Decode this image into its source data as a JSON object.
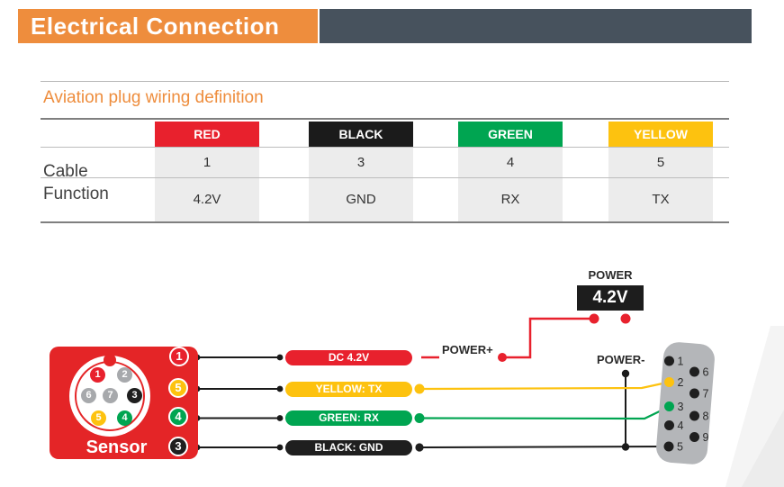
{
  "banner": {
    "title": "Electrical Connection",
    "orange_color": "#ee8d3d",
    "dark_color": "#47525d"
  },
  "section": {
    "heading": "Aviation plug wiring definition"
  },
  "table": {
    "row_label_line1": "Cable",
    "row_label_line2": "Function",
    "columns": [
      {
        "name": "RED",
        "color": "#e8212d",
        "pin": "1",
        "function": "4.2V"
      },
      {
        "name": "BLACK",
        "color": "#1b1b1b",
        "pin": "3",
        "function": "GND"
      },
      {
        "name": "GREEN",
        "color": "#00a551",
        "pin": "4",
        "function": "RX"
      },
      {
        "name": "YELLOW",
        "color": "#fdc20f",
        "pin": "5",
        "function": "TX"
      }
    ]
  },
  "diagram": {
    "sensor_label": "Sensor",
    "plug_pins": [
      {
        "n": "1",
        "color": "#e8212d"
      },
      {
        "n": "2",
        "color": "#a7a9ac"
      },
      {
        "n": "6",
        "color": "#a7a9ac"
      },
      {
        "n": "7",
        "color": "#a7a9ac"
      },
      {
        "n": "3",
        "color": "#1f1f1f"
      },
      {
        "n": "5",
        "color": "#fdc20f"
      },
      {
        "n": "4",
        "color": "#00a551"
      }
    ],
    "side_circles": [
      {
        "n": "1",
        "color": "#e8212d"
      },
      {
        "n": "5",
        "color": "#fdc20f"
      },
      {
        "n": "4",
        "color": "#00a551"
      },
      {
        "n": "3",
        "color": "#1f1f1f"
      }
    ],
    "wire_labels": [
      {
        "text": "DC 4.2V",
        "color": "#e8212d"
      },
      {
        "text": "YELLOW: TX",
        "color": "#fdc20f"
      },
      {
        "text": "GREEN: RX",
        "color": "#00a551"
      },
      {
        "text": "BLACK: GND",
        "color": "#1f1f1f"
      }
    ],
    "power": {
      "label": "POWER",
      "voltage": "4.2V",
      "plus": "POWER+",
      "minus": "POWER-"
    },
    "db9_pins": [
      {
        "n": "1",
        "color": "#1f1f1f"
      },
      {
        "n": "2",
        "color": "#fdc20f"
      },
      {
        "n": "3",
        "color": "#00a551"
      },
      {
        "n": "4",
        "color": "#1f1f1f"
      },
      {
        "n": "5",
        "color": "#1f1f1f"
      },
      {
        "n": "6",
        "color": "#1f1f1f"
      },
      {
        "n": "7",
        "color": "#1f1f1f"
      },
      {
        "n": "8",
        "color": "#1f1f1f"
      },
      {
        "n": "9",
        "color": "#1f1f1f"
      }
    ]
  }
}
